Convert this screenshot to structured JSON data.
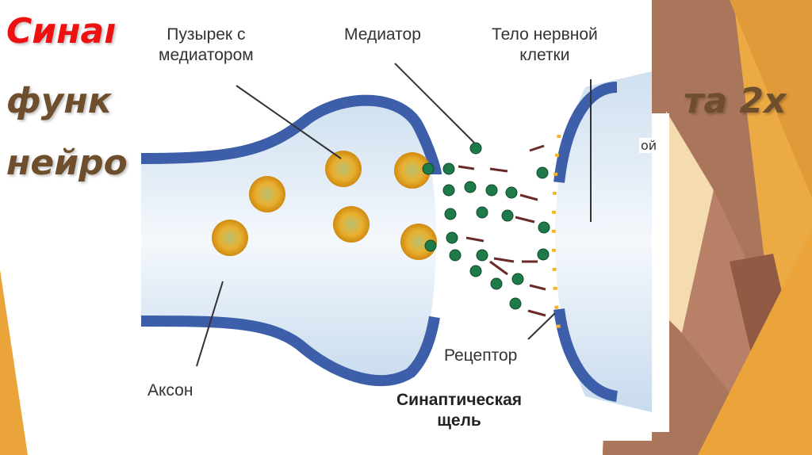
{
  "slide": {
    "title_fragments": [
      "Синаı",
      "функ",
      "нейро",
      "та 2х"
    ],
    "edge_fragment": "ой"
  },
  "diagram": {
    "labels": {
      "vesicle_line1": "Пузырек с",
      "vesicle_line2": "медиатором",
      "mediator": "Медиатор",
      "cell_body_line1": "Тело нервной",
      "cell_body_line2": "клетки",
      "axon": "Аксон",
      "receptor": "Рецептор",
      "cleft_line1": "Синаптическая",
      "cleft_line2": "щель"
    }
  },
  "colors": {
    "title_red": "#ee1111",
    "title_brown": "#6e4e2c",
    "orange": "#eba43a",
    "brown": "#a8765a",
    "membrane": "#3d5ea8",
    "vesicle": "#f0b429",
    "mediator": "#1f7a4a"
  }
}
